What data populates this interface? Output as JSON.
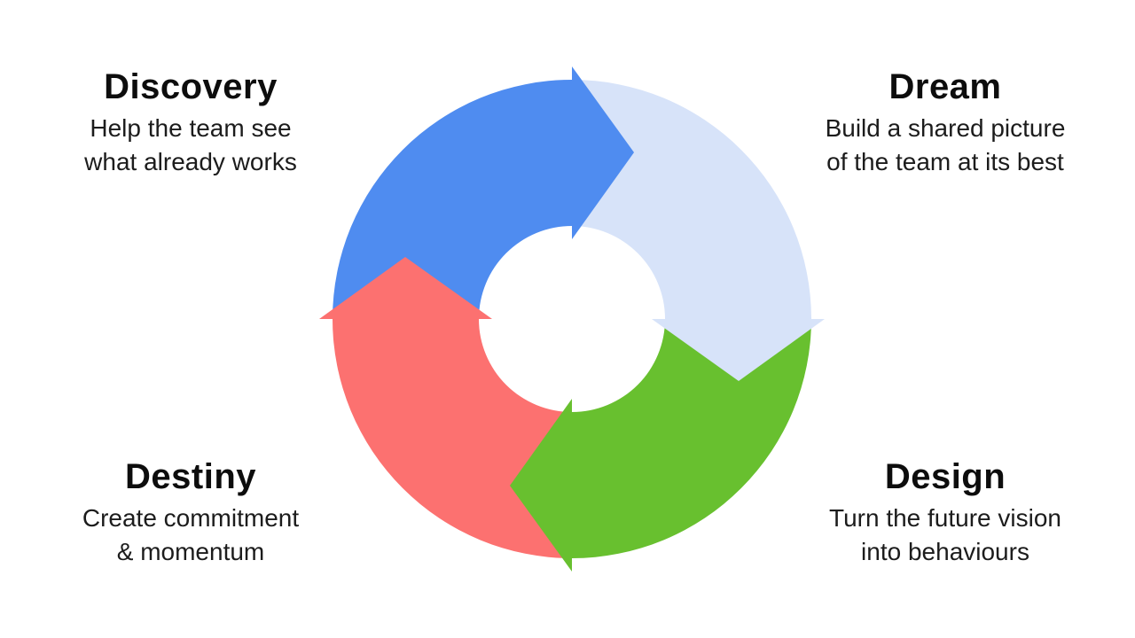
{
  "diagram": {
    "type": "cycle",
    "direction": "clockwise",
    "background_color": "#ffffff",
    "segments": [
      {
        "id": "discovery",
        "label": "Discovery",
        "color": "#4f8cf0",
        "position": "top-left"
      },
      {
        "id": "dream",
        "label": "Dream",
        "color": "#d7e3f9",
        "position": "top-right"
      },
      {
        "id": "design",
        "label": "Design",
        "color": "#68c02f",
        "position": "bottom-right"
      },
      {
        "id": "destiny",
        "label": "Destiny",
        "color": "#fc7170",
        "position": "bottom-left"
      }
    ]
  },
  "labels": {
    "discovery": {
      "title": "Discovery",
      "line1": "Help the team see",
      "line2": "what already works"
    },
    "dream": {
      "title": "Dream",
      "line1": "Build a shared picture",
      "line2": "of the team at its best"
    },
    "design": {
      "title": "Design",
      "line1": "Turn the future vision",
      "line2": "into behaviours"
    },
    "destiny": {
      "title": "Destiny",
      "line1": "Create commitment",
      "line2": "& momentum"
    }
  },
  "text_colors": {
    "title": "#0d0d0d",
    "subtitle": "#1c1c1c"
  }
}
